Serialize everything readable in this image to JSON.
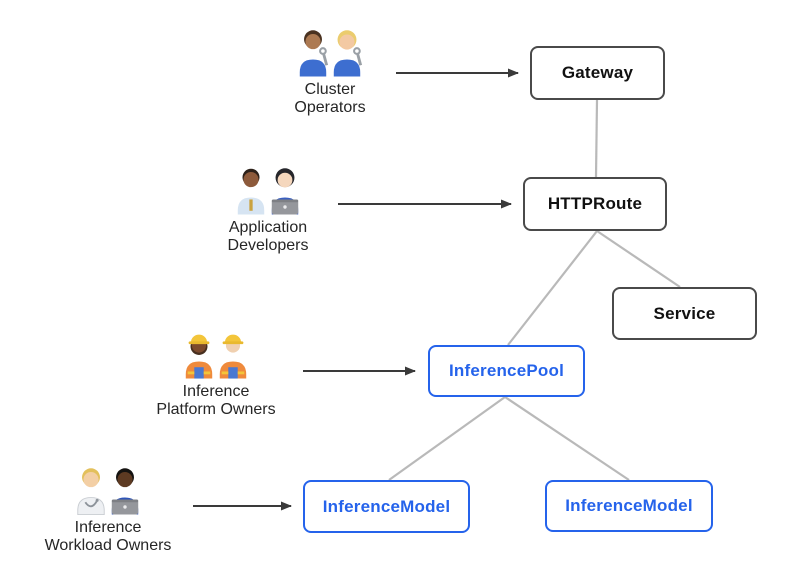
{
  "diagram": {
    "boxes": {
      "gateway": {
        "label": "Gateway",
        "style": "dark"
      },
      "httproute": {
        "label": "HTTPRoute",
        "style": "dark"
      },
      "service": {
        "label": "Service",
        "style": "dark"
      },
      "inference_pool": {
        "label": "InferencePool",
        "style": "blue"
      },
      "inference_model_left": {
        "label": "InferenceModel",
        "style": "blue"
      },
      "inference_model_right": {
        "label": "InferenceModel",
        "style": "blue"
      }
    },
    "actors": [
      {
        "label": "Cluster\nOperators",
        "icon": "mechanics-icon",
        "emoji": "👨🏽‍🔧 👩🏼‍🔧",
        "points_to": "Gateway"
      },
      {
        "label": "Application\nDevelopers",
        "icon": "developers-icon",
        "emoji": "👨🏾‍💼 👩🏻‍💻",
        "points_to": "HTTPRoute"
      },
      {
        "label": "Inference\nPlatform Owners",
        "icon": "construction-workers-icon",
        "emoji": "👷🏾‍♀️ 👷🏻",
        "points_to": "InferencePool"
      },
      {
        "label": "Inference\nWorkload Owners",
        "icon": "health-worker-technologist-icon",
        "emoji": "🧑🏼‍⚕️ 🧑🏿‍💻",
        "points_to": "InferenceModel"
      }
    ],
    "edges": [
      {
        "from": "Gateway",
        "to": "HTTPRoute"
      },
      {
        "from": "HTTPRoute",
        "to": "InferencePool"
      },
      {
        "from": "HTTPRoute",
        "to": "Service"
      },
      {
        "from": "InferencePool",
        "to": "InferenceModel (left)"
      },
      {
        "from": "InferencePool",
        "to": "InferenceModel (right)"
      }
    ],
    "colors": {
      "core_box_border": "#4a4a4a",
      "core_box_text": "#111111",
      "extension_box_border": "#2563eb",
      "extension_box_text": "#2563eb",
      "connector_line": "#b9b9b9",
      "actor_arrow": "#3a3a3a",
      "background": "#ffffff"
    }
  }
}
